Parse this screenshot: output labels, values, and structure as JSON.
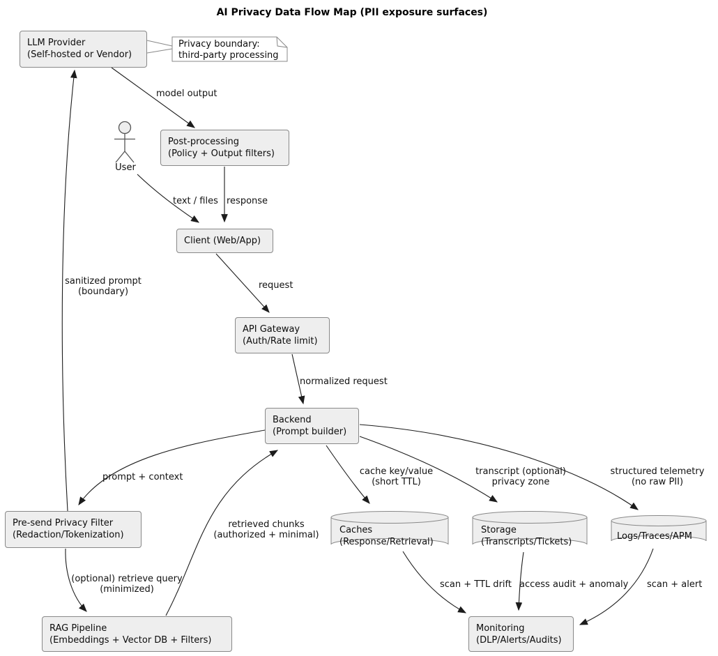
{
  "title": "AI Privacy Data Flow Map (PII exposure surfaces)",
  "colors": {
    "node_fill": "#eeeeee",
    "node_border": "#888888",
    "edge_line": "#1c1c1c",
    "note_fill": "#ffffff",
    "background": "#ffffff"
  },
  "actor": {
    "label": "User"
  },
  "note": {
    "line1": "Privacy boundary:",
    "line2": "third-party processing"
  },
  "nodes": {
    "llm": {
      "line1": "LLM Provider",
      "line2": "(Self-hosted or Vendor)"
    },
    "post": {
      "line1": "Post-processing",
      "line2": "(Policy + Output filters)"
    },
    "client": {
      "label": "Client (Web/App)"
    },
    "api": {
      "line1": "API Gateway",
      "line2": "(Auth/Rate limit)"
    },
    "backend": {
      "line1": "Backend",
      "line2": "(Prompt builder)"
    },
    "presend": {
      "line1": "Pre-send Privacy Filter",
      "line2": "(Redaction/Tokenization)"
    },
    "rag": {
      "line1": "RAG Pipeline",
      "line2": "(Embeddings + Vector DB + Filters)"
    },
    "monitoring": {
      "line1": "Monitoring",
      "line2": "(DLP/Alerts/Audits)"
    },
    "caches": {
      "line1": "Caches",
      "line2": "(Response/Retrieval)"
    },
    "storage": {
      "line1": "Storage",
      "line2": "(Transcripts/Tickets)"
    },
    "logs": {
      "label": "Logs/Traces/APM"
    }
  },
  "edge_labels": {
    "model_output": "model output",
    "text_files": "text / files",
    "response": "response",
    "request": "request",
    "normalized_request": "normalized request",
    "sanitized_prompt": {
      "line1": "sanitized prompt",
      "line2": "(boundary)"
    },
    "prompt_context": "prompt + context",
    "cache_kv": {
      "line1": "cache key/value",
      "line2": "(short TTL)"
    },
    "transcript": {
      "line1": "transcript (optional)",
      "line2": "privacy zone"
    },
    "telemetry": {
      "line1": "structured telemetry",
      "line2": "(no raw PII)"
    },
    "retrieved_chunks": {
      "line1": "retrieved chunks",
      "line2": "(authorized + minimal)"
    },
    "retrieve_query": {
      "line1": "(optional) retrieve query",
      "line2": "(minimized)"
    },
    "scan_ttl": "scan + TTL drift",
    "access_audit": "access audit + anomaly",
    "scan_alert": "scan + alert"
  }
}
